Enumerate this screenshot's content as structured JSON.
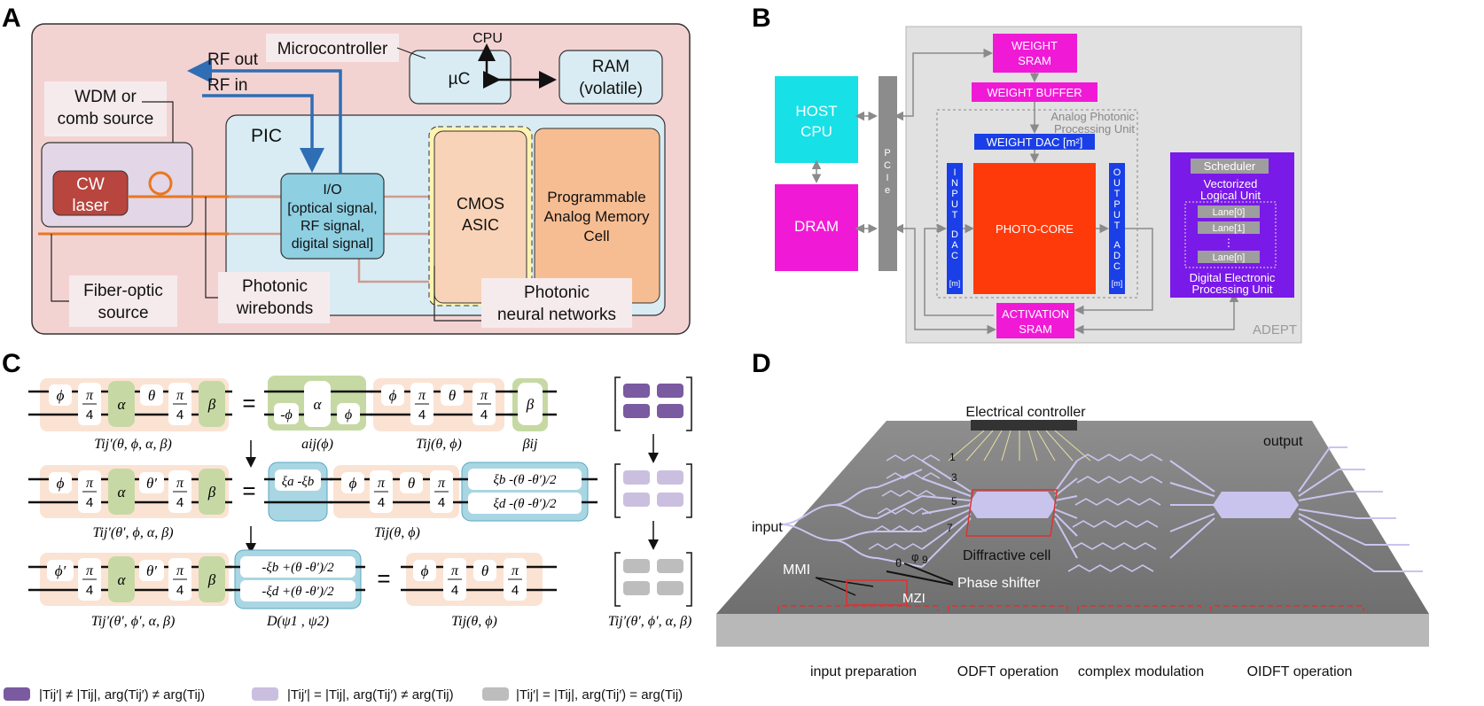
{
  "panels": {
    "a": {
      "letter": "A",
      "labels": {
        "microcontroller": "Microcontroller",
        "cpu": "CPU",
        "uc": "µC",
        "ram_line1": "RAM",
        "ram_line2": "(volatile)",
        "rf_out": "RF out",
        "rf_in": "RF in",
        "wdm_line1": "WDM or",
        "wdm_line2": "comb source",
        "pic": "PIC",
        "cw_line1": "CW",
        "cw_line2": "laser",
        "io_line1": "I/O",
        "io_line2": "[optical signal,",
        "io_line3": "RF signal,",
        "io_line4": "digital signal]",
        "cmos_line1": "CMOS",
        "cmos_line2": "ASIC",
        "pam_line1": "Programmable",
        "pam_line2": "Analog Memory",
        "pam_line3": "Cell",
        "fiber_line1": "Fiber-optic",
        "fiber_line2": "source",
        "wirebond_line1": "Photonic",
        "wirebond_line2": "wirebonds",
        "pnn_line1": "Photonic",
        "pnn_line2": "neural networks"
      }
    },
    "b": {
      "letter": "B",
      "labels": {
        "weight_sram_line1": "WEIGHT",
        "weight_sram_line2": "SRAM",
        "weight_buffer": "WEIGHT BUFFER",
        "apu_line1": "Analog Photonic",
        "apu_line2": "Processing Unit",
        "weight_dac": "WEIGHT DAC  [m²]",
        "host_line1": "HOST",
        "host_line2": "CPU",
        "dram": "DRAM",
        "pcie": [
          "P",
          "C",
          "I",
          "e"
        ],
        "input_dac": [
          "I",
          "N",
          "P",
          "U",
          "T",
          "",
          "D",
          "A",
          "C"
        ],
        "input_dac_m": "[m]",
        "output_adc": [
          "O",
          "U",
          "T",
          "P",
          "U",
          "T",
          "",
          "A",
          "D",
          "C"
        ],
        "output_adc_m": "[m]",
        "photo_core": "PHOTO-CORE",
        "activation_line1": "ACTIVATION",
        "activation_line2": "SRAM",
        "scheduler": "Scheduler",
        "vlu_line1": "Vectorized",
        "vlu_line2": "Logical Unit",
        "lane0": "Lane[0]",
        "lane1": "Lane[1]",
        "lane_dots": "⋮",
        "lanen": "Lane[n]",
        "depu_line1": "Digital Electronic",
        "depu_line2": "Processing Unit",
        "adept": "ADEPT"
      }
    },
    "c": {
      "letter": "C",
      "symbols": {
        "phi": "ϕ",
        "theta": "θ",
        "alpha": "α",
        "beta": "β",
        "pi": "π",
        "four": "4",
        "eq": "=",
        "neg_phi": "-ϕ",
        "theta_p": "θ′",
        "phi_p": "ϕ′",
        "xi_ab": "ξa -ξb",
        "xi_b_half": "ξb -(θ -θ′)/2",
        "xi_d_half": "ξd -(θ -θ′)/2",
        "neg_xi_b": "-ξb +(θ -θ′)/2",
        "neg_xi_d": "-ξd +(θ -θ′)/2"
      },
      "captions": {
        "r1_a": "Tij′(θ, ϕ, α, β)",
        "r1_b": "aij(ϕ)",
        "r1_c": "Tij(θ, ϕ)",
        "r1_d": "βij",
        "r2_a": "Tij′(θ′, ϕ, α, β)",
        "r2_b": "Tij(θ, ϕ)",
        "r3_a": "Tij′(θ′, ϕ′, α, β)",
        "r3_b": "D(ψ1 , ψ2)",
        "r3_c": "Tij(θ, ϕ)",
        "r3_d": "Tij′(θ′, ϕ′, α, β)"
      },
      "legend": [
        {
          "text": "|Tij′| ≠ |Tij|, arg(Tij′) ≠ arg(Tij)",
          "color": "#7a5aa0"
        },
        {
          "text": "|Tij′| = |Tij|, arg(Tij′) ≠ arg(Tij)",
          "color": "#cbbfe0"
        },
        {
          "text": "|Tij′| = |Tij|, arg(Tij′) = arg(Tij)",
          "color": "#bdbdbd"
        }
      ],
      "colors": {
        "orange": "#fbe3d3",
        "green": "#c6d9a4",
        "blue": "#a9d6e3",
        "purple": "#7a5aa0",
        "lilac": "#cbbfe0",
        "gray": "#bdbdbd"
      }
    },
    "d": {
      "letter": "D",
      "labels": {
        "controller": "Electrical controller",
        "output": "output",
        "input": "input",
        "diffractive": "Diffractive cell",
        "mmi": "MMI",
        "phase_shifter": "Phase shifter",
        "mzi": "MZI",
        "theta": "θ",
        "phi": "φ",
        "n1": "1",
        "n3": "3",
        "n5": "5",
        "n7": "7",
        "n9": "9",
        "stage1": "input preparation",
        "stage2": "ODFT operation",
        "stage3": "complex modulation",
        "stage4": "OIDFT operation"
      }
    }
  }
}
